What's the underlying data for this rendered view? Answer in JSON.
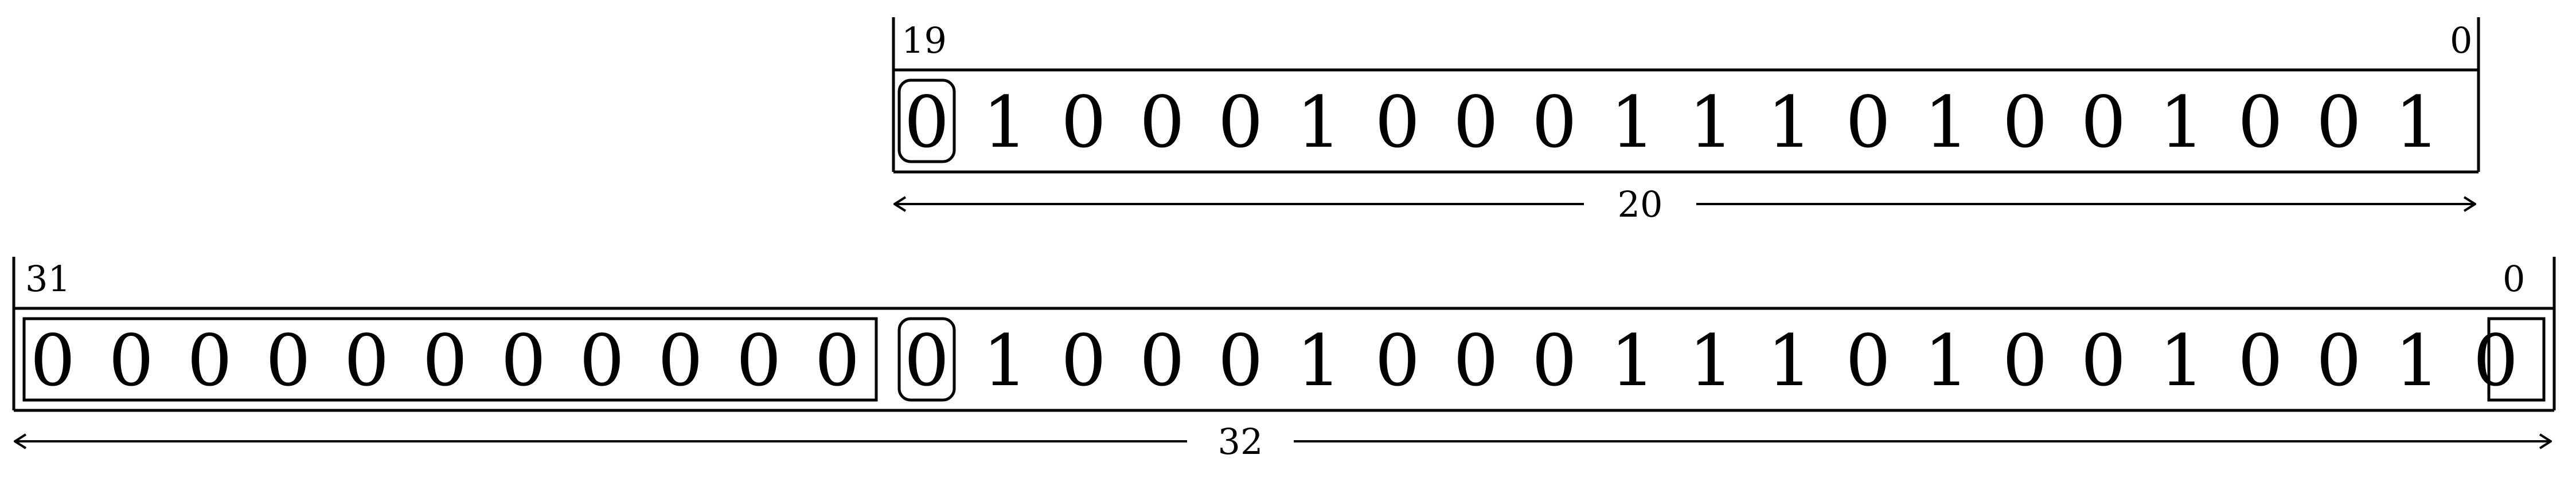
{
  "top_register": {
    "high_index": "19",
    "low_index": "0",
    "bits": [
      "0",
      "1",
      "0",
      "0",
      "0",
      "1",
      "0",
      "0",
      "0",
      "1",
      "1",
      "1",
      "0",
      "1",
      "0",
      "0",
      "1",
      "0",
      "0",
      "1"
    ],
    "width_label": "20"
  },
  "bottom_register": {
    "high_index": "31",
    "low_index": "0",
    "extension_bits": [
      "0",
      "0",
      "0",
      "0",
      "0",
      "0",
      "0",
      "0",
      "0",
      "0",
      "0"
    ],
    "bits": [
      "0",
      "1",
      "0",
      "0",
      "0",
      "1",
      "0",
      "0",
      "0",
      "1",
      "1",
      "1",
      "0",
      "1",
      "0",
      "0",
      "1",
      "0",
      "0",
      "1",
      "0"
    ],
    "width_label": "32"
  }
}
